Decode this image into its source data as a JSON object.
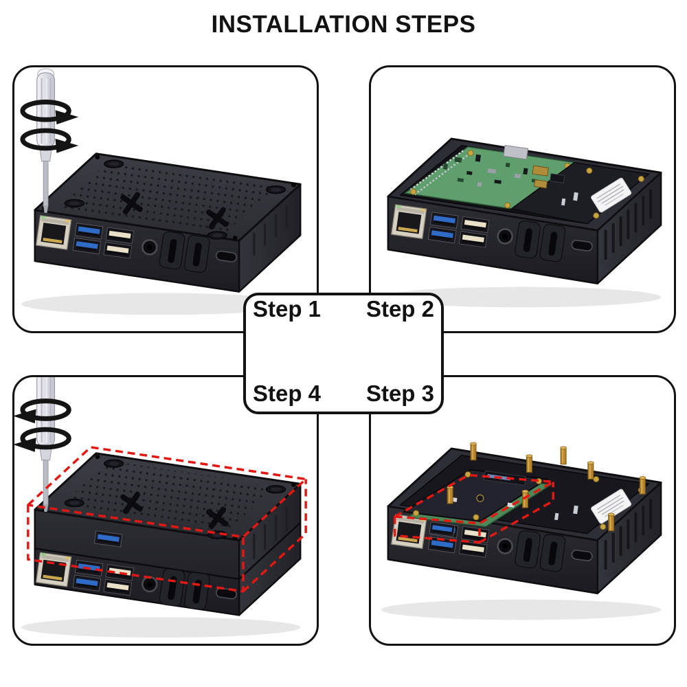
{
  "title": "INSTALLATION STEPS",
  "step_box": {
    "step1": "Step 1",
    "step2": "Step 2",
    "step3": "Step 3",
    "step4": "Step 4"
  },
  "panels": [
    {
      "id": "step-1",
      "illustration": "closed case with screwdriver tightening corner screw"
    },
    {
      "id": "step-2",
      "illustration": "open case with raspberry pi board installed"
    },
    {
      "id": "step-3",
      "illustration": "expansion board stack on standoffs highlighted by red dashed box"
    },
    {
      "id": "step-4",
      "illustration": "assembled case lid highlighted by red dashed box with screwdriver unscrewing"
    }
  ],
  "colors": {
    "background": "#ffffff",
    "text": "#121212",
    "panel_border": "#121212",
    "highlight_red": "#e31812",
    "pcb_green": "#5f9e6d",
    "usb3_blue": "#2e6cc8",
    "case_black": "#2b2b32",
    "brass": "#b5862f",
    "port_cream": "#e9e0c8",
    "ethernet_silver": "#d6d0c2"
  }
}
